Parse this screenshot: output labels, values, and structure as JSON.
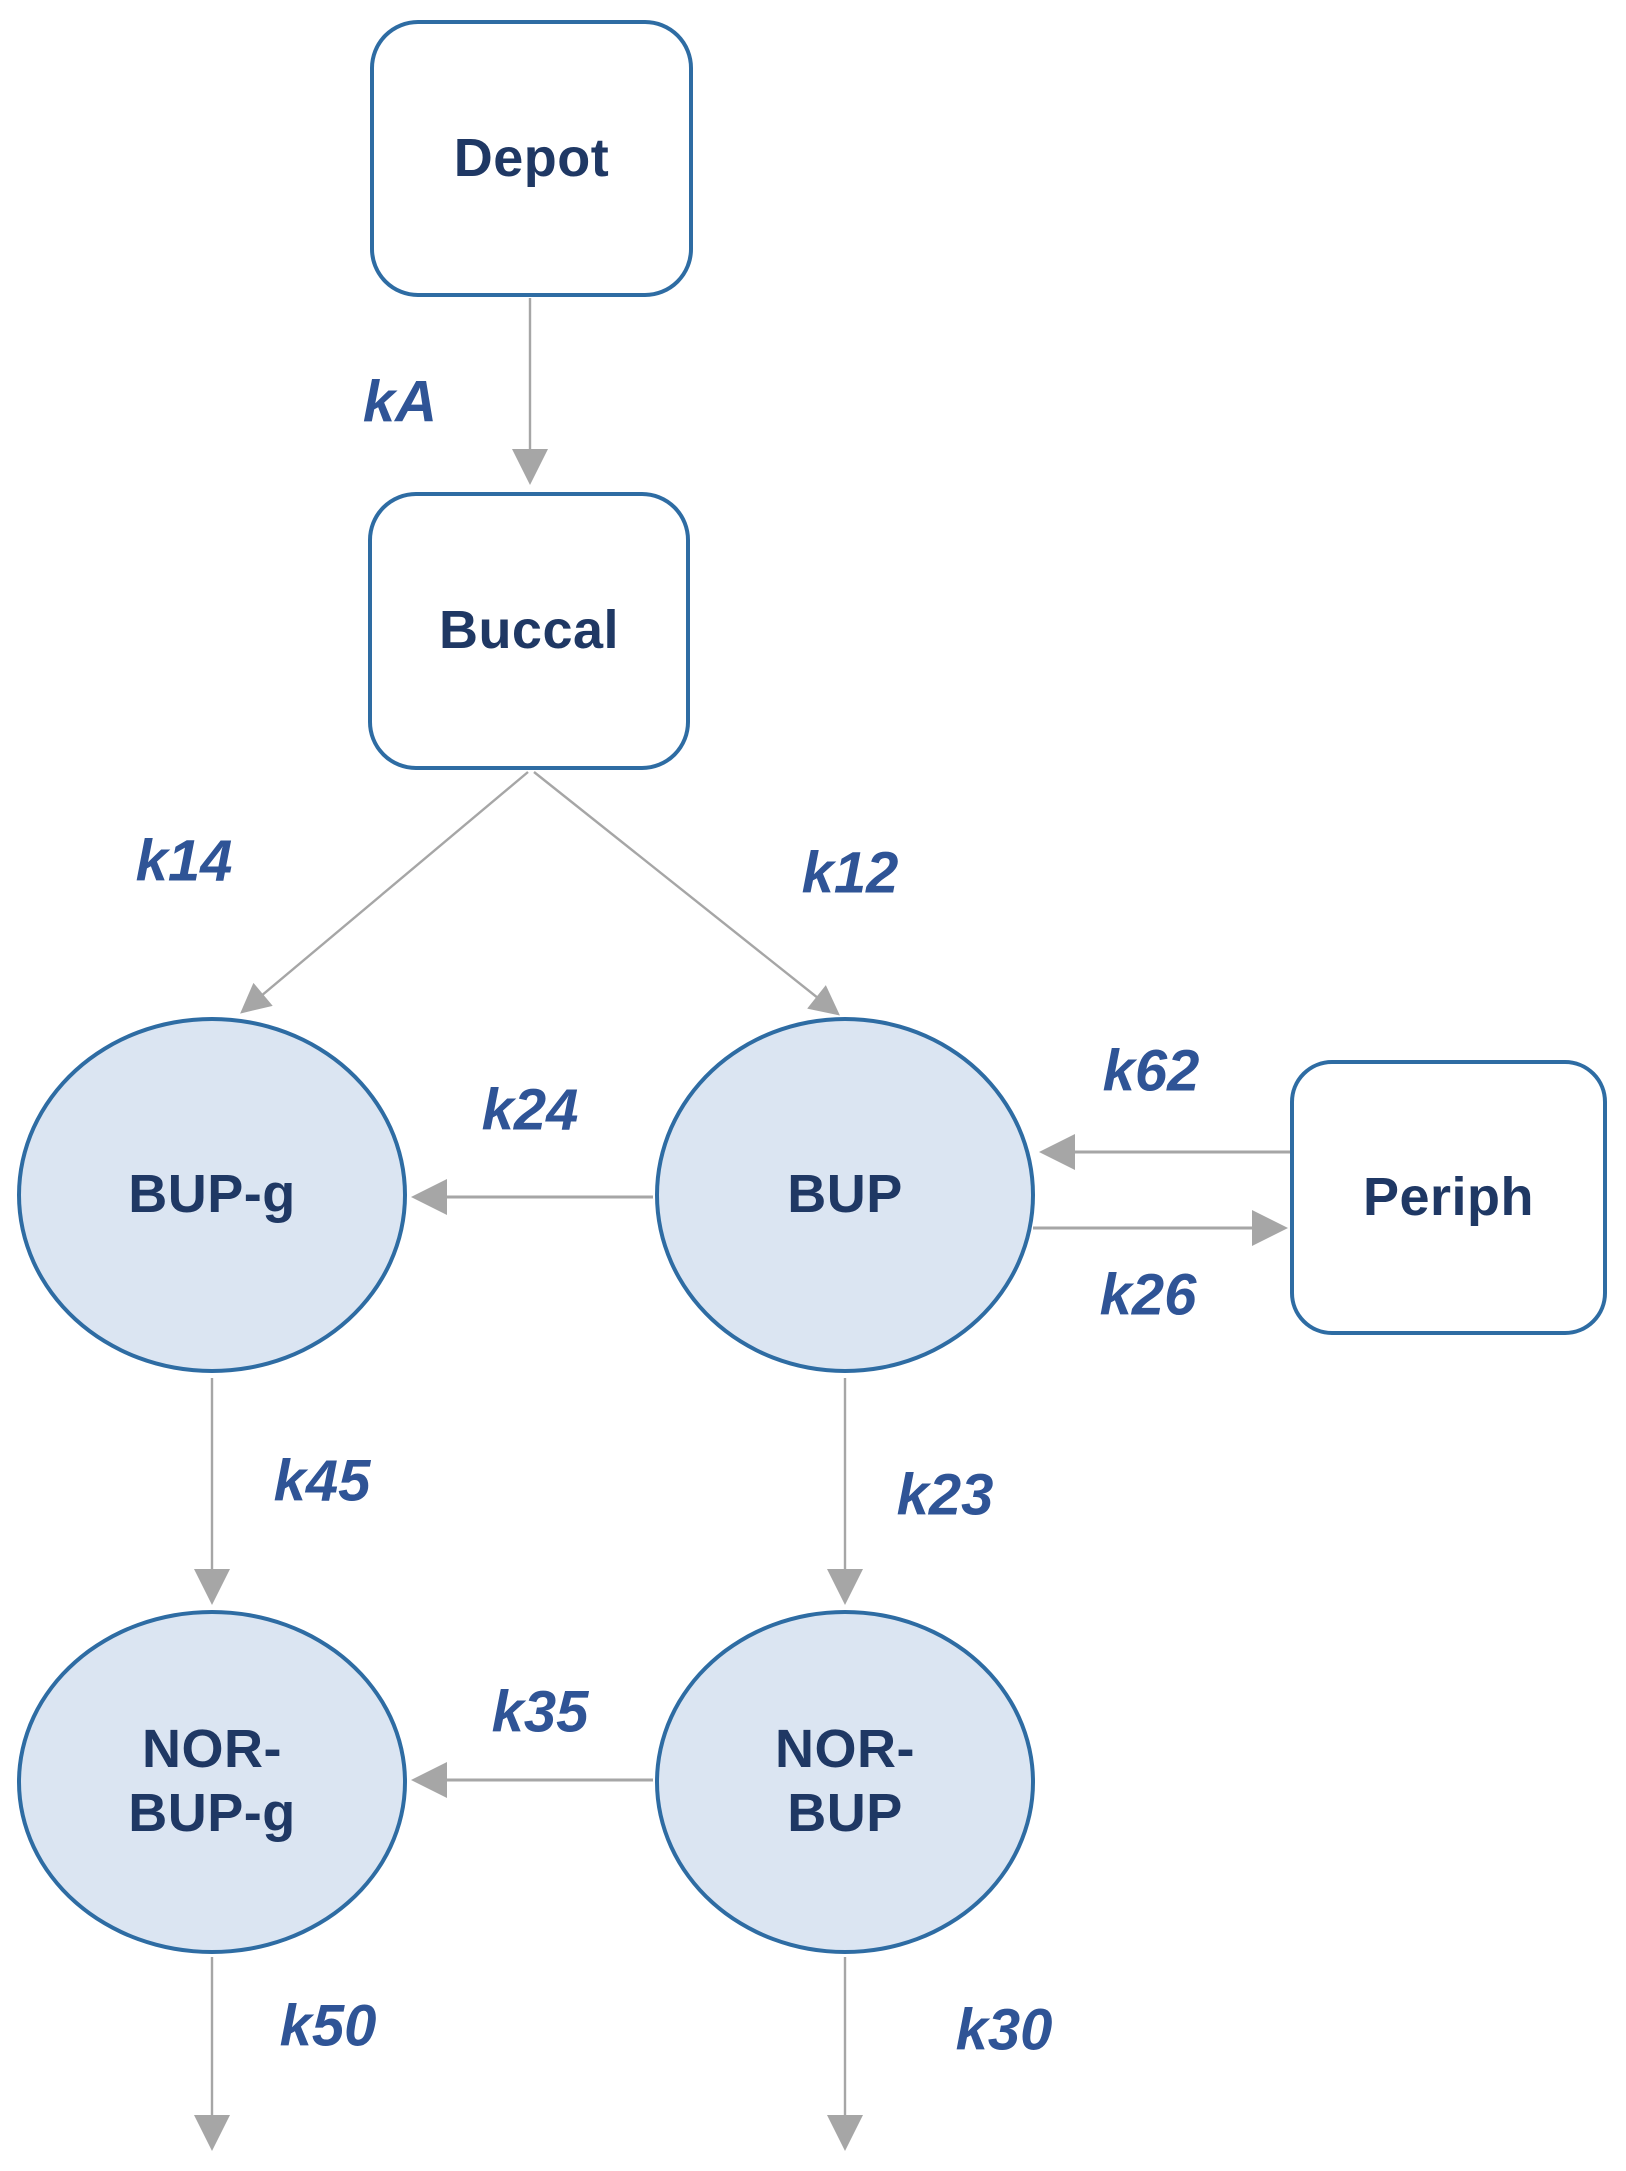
{
  "nodes": {
    "depot": {
      "label": "Depot"
    },
    "buccal": {
      "label": "Buccal"
    },
    "bup_g": {
      "label": "BUP-g"
    },
    "bup": {
      "label": "BUP"
    },
    "periph": {
      "label": "Periph"
    },
    "nor_bup_g": {
      "line1": "NOR-",
      "line2": "BUP-g"
    },
    "nor_bup": {
      "line1": "NOR-",
      "line2": "BUP"
    }
  },
  "rates": {
    "ka": "kA",
    "k14": "k14",
    "k12": "k12",
    "k24": "k24",
    "k62": "k62",
    "k26": "k26",
    "k45": "k45",
    "k23": "k23",
    "k35": "k35",
    "k50": "k50",
    "k30": "k30"
  },
  "colors": {
    "node_border": "#2e6ca3",
    "circle_fill": "#dbe5f2",
    "node_text": "#1f3864",
    "rate_text": "#2f5496",
    "arrow": "#a6a6a6",
    "background": "#ffffff"
  }
}
